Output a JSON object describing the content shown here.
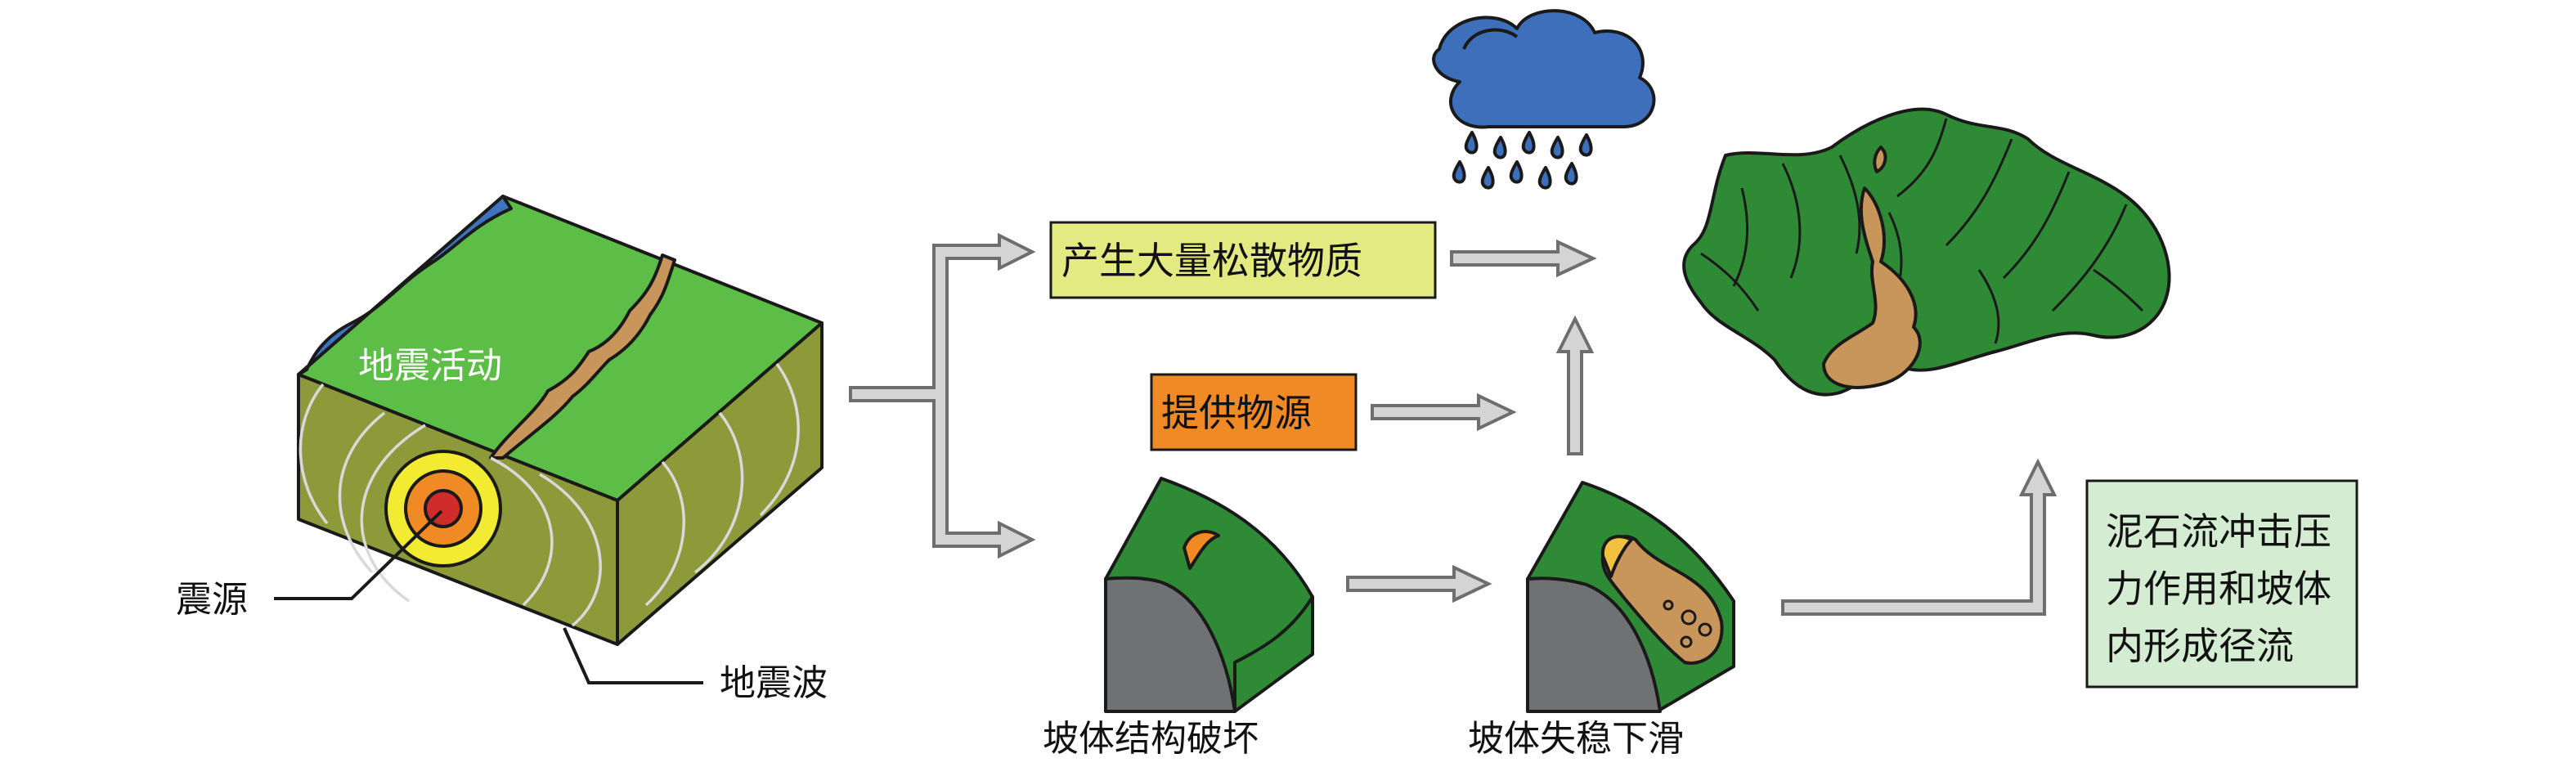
{
  "labels": {
    "seismic_activity": "地震活动",
    "hypocenter": "震源",
    "seismic_wave": "地震波",
    "loose_material": "产生大量松散物质",
    "material_source": "提供物源",
    "slope_damage": "坡体结构破坏",
    "slope_slide": "坡体失稳下滑",
    "debris_flow_lines": [
      "泥石流冲击压",
      "力作用和坡体",
      "内形成径流"
    ]
  },
  "colors": {
    "terrain_green": "#5cbe46",
    "block_side": "#8c9a3a",
    "water_blue": "#3f73bd",
    "scar_brown": "#c8955a",
    "box_yellow": "#e3ea82",
    "box_orange": "#f08a24",
    "box_lightgreen": "#d4ecd2",
    "cloud_blue": "#3e6fba",
    "mountain_green": "#2f8a35",
    "arrow_fill": "#d4d4d4",
    "arrow_stroke": "#6e6e6e"
  },
  "icons": {
    "earth_block": "earth-block-icon",
    "rain_cloud": "rain-cloud-icon",
    "mountain": "mountain-icon",
    "slope_block": "slope-block-icon"
  }
}
